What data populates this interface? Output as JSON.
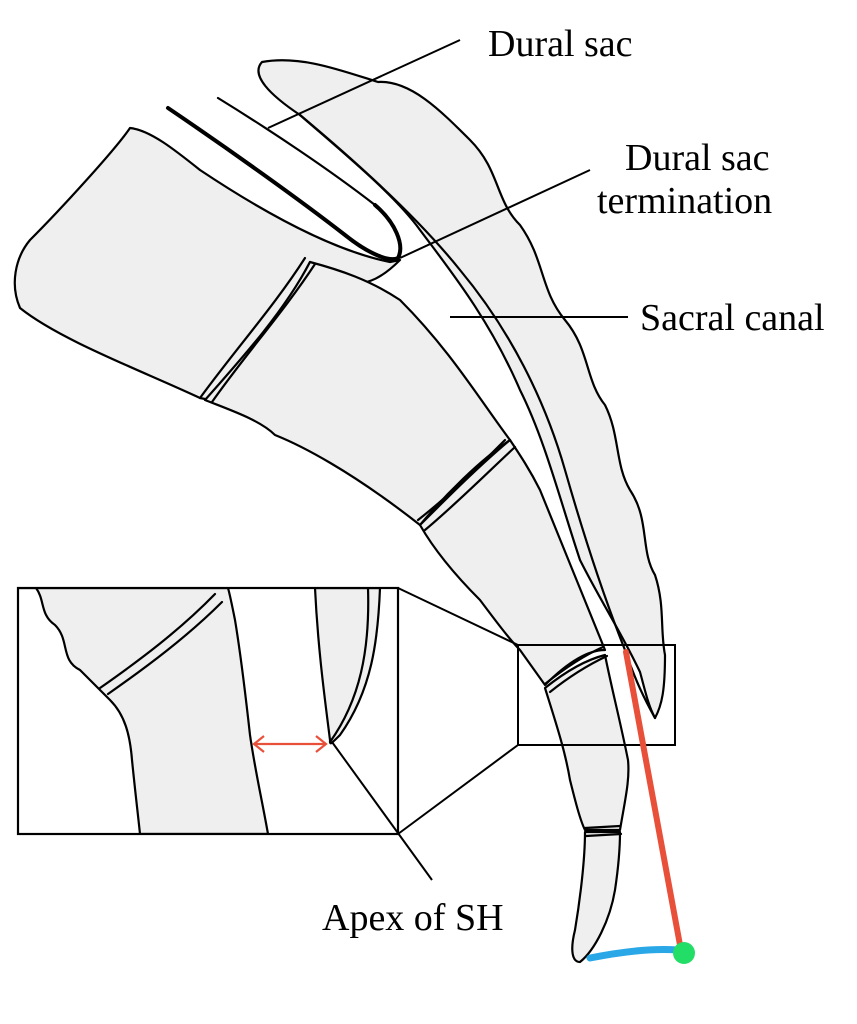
{
  "labels": {
    "dural_sac": "Dural sac",
    "dural_sac_termination_line1": "Dural sac",
    "dural_sac_termination_line2": "termination",
    "sacral_canal": "Sacral canal",
    "apex_of_sh": "Apex of SH"
  },
  "colors": {
    "bone_fill": "#efefef",
    "outline": "#000000",
    "measurement_arrow": "#e8503a",
    "red_marker_line": "#e8503a",
    "blue_marker_line": "#2aa7e6",
    "green_marker_dot": "#22dd66"
  },
  "icons": {
    "measurement": "double-headed-arrow-icon"
  }
}
